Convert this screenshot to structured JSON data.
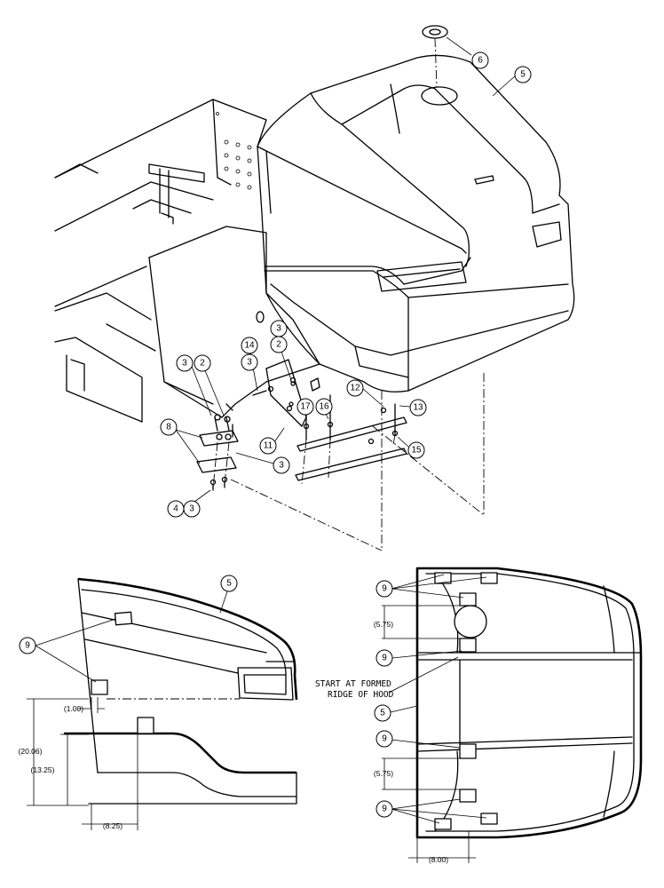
{
  "callouts": {
    "iso": [
      "6",
      "5",
      "3",
      "2",
      "14",
      "3",
      "3",
      "2",
      "12",
      "13",
      "17",
      "16",
      "15",
      "11",
      "3",
      "8",
      "4",
      "3"
    ],
    "side": [
      "5",
      "9"
    ],
    "top": [
      "9",
      "9",
      "5",
      "9",
      "9"
    ]
  },
  "note_lines": [
    "START AT FORMED",
    "RIDGE OF HOOD"
  ],
  "dimensions": {
    "side": [
      "(1.00)",
      "(20.06)",
      "(13.25)",
      "(8.25)"
    ],
    "top": [
      "(5.75)",
      "(5.75)",
      "(8.00)"
    ]
  }
}
